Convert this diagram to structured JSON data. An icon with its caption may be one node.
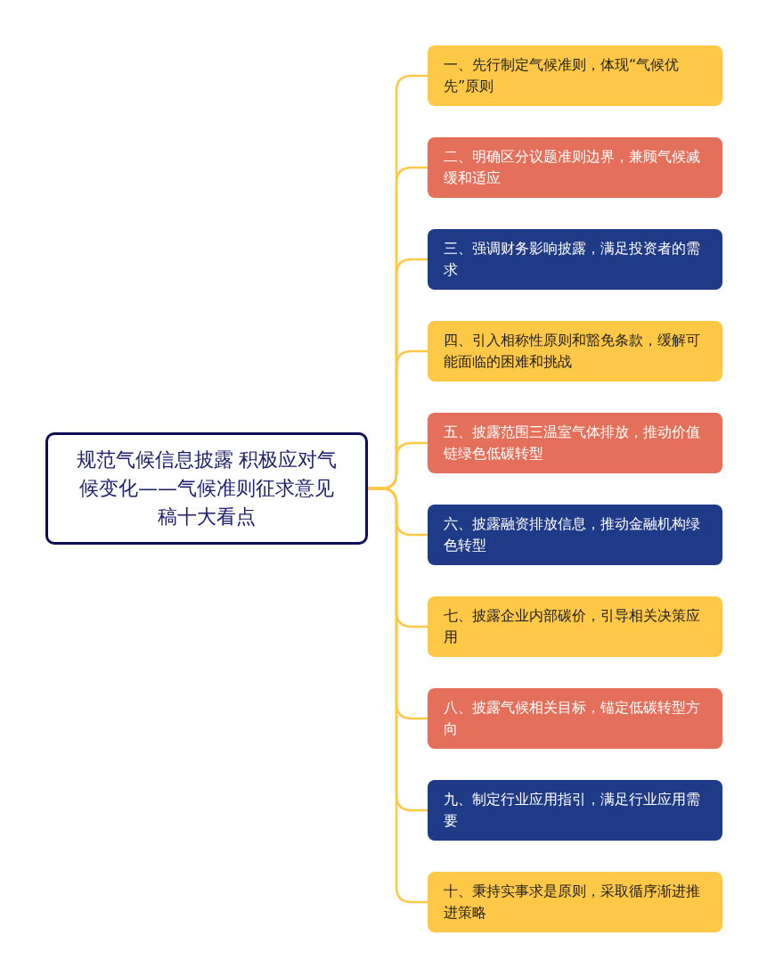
{
  "diagram": {
    "nodes": [
      {
        "text": [
          "规范气候信息披露 积极应对气候变化——气候准则征求意见稿十大看点"
        ]
      },
      {
        "text": [
          "一、先行制定气候准则，体现“气候优先”原则"
        ]
      },
      {
        "text": [
          "二、明确区分议题准则边界，兼顾气候减缓和适应"
        ]
      },
      {
        "text": [
          "三、强调财务影响披露，满足投资者的需求"
        ]
      },
      {
        "text": [
          "四、引入相称性原则和豁免条款，缓解可能面临的困难和挑战"
        ]
      },
      {
        "text": [
          "五、披露范围三温室气体排放，推动价值链绿色低碳转型"
        ]
      },
      {
        "text": [
          "六、披露融资排放信息，推动金融机构绿色转型"
        ]
      },
      {
        "text": [
          "七、披露企业内部碳价，引导相关决策应用"
        ]
      },
      {
        "text": [
          "八、披露气候相关目标，锚定低碳转型方向"
        ]
      },
      {
        "text": [
          "九、制定行业应用指引，满足行业应用需要"
        ]
      },
      {
        "text": [
          "十、秉持实事求是原则，采取循序渐进推进策略"
        ]
      }
    ],
    "edges": [
      {
        "from": 0,
        "to": 1,
        "arrow": "none"
      },
      {
        "from": 0,
        "to": 2,
        "arrow": "none"
      },
      {
        "from": 0,
        "to": 3,
        "arrow": "none"
      },
      {
        "from": 0,
        "to": 4,
        "arrow": "none"
      },
      {
        "from": 0,
        "to": 5,
        "arrow": "none"
      },
      {
        "from": 0,
        "to": 6,
        "arrow": "none"
      },
      {
        "from": 0,
        "to": 7,
        "arrow": "none"
      },
      {
        "from": 0,
        "to": 8,
        "arrow": "none"
      },
      {
        "from": 0,
        "to": 9,
        "arrow": "none"
      },
      {
        "from": 0,
        "to": 10,
        "arrow": "none"
      }
    ]
  }
}
